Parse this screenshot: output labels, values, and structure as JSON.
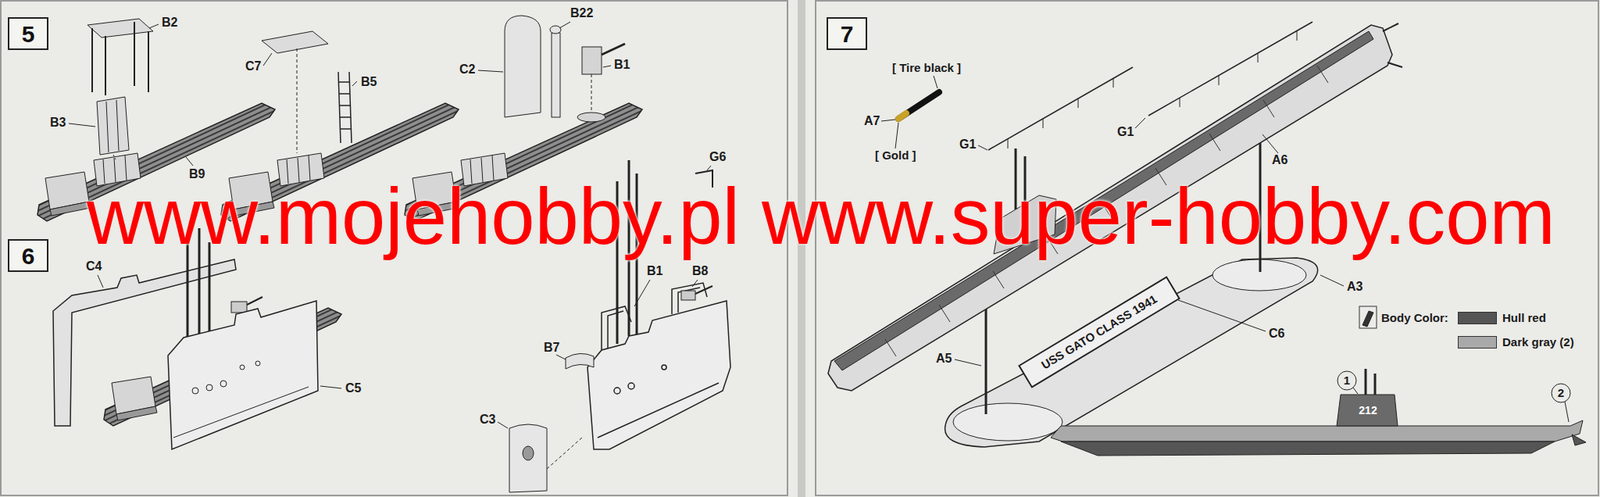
{
  "diagram": {
    "nodes": [
      {
        "text": [
          "5"
        ]
      },
      {
        "text": [
          "6"
        ]
      },
      {
        "text": [
          "7"
        ]
      }
    ],
    "labels": [
      "B2",
      "B3",
      "B9",
      "C7",
      "B5",
      "B22",
      "C2",
      "B1",
      "G6",
      "C4",
      "C5",
      "B1",
      "B8",
      "B7",
      "C3",
      "[ Tire black ]",
      "A7",
      "[ Gold ]",
      "G1",
      "G1",
      "A6",
      "A3",
      "C6",
      "A5",
      "USS GATO CLASS 1941",
      "Body Color:",
      "1",
      "2",
      "212",
      "www.mojehobby.pl www.super-hobby.com"
    ],
    "legend": [
      {
        "text": "Hull red",
        "color": "#555555"
      },
      {
        "text": "Dark gray (2)",
        "color": "#a9a9a9"
      }
    ]
  }
}
